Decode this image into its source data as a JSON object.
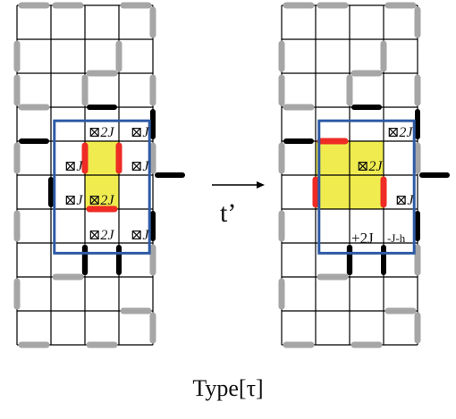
{
  "colors": {
    "grid": "#000000",
    "gray_bond": "#a6a6a6",
    "black_bond": "#000000",
    "red_bond": "#ee2b24",
    "highlight": "#f0ec4f",
    "box": "#2e5aa6"
  },
  "left_panel": {
    "labels": [
      {
        "id": "l-top-right",
        "text": "⊠2J"
      },
      {
        "id": "l-top-far",
        "text": "⊠J"
      },
      {
        "id": "l-mid-left",
        "text": "⊠J"
      },
      {
        "id": "l-mid-right",
        "text": "⊠J"
      },
      {
        "id": "l-low-left",
        "text": "⊠J"
      },
      {
        "id": "l-low-center",
        "text": "⊠2J"
      },
      {
        "id": "l-bot-center",
        "text": "⊠2J"
      },
      {
        "id": "l-bot-right",
        "text": "⊠J"
      }
    ]
  },
  "arrow": {
    "label": "t’"
  },
  "right_panel": {
    "labels": [
      {
        "id": "r-top-right",
        "text": "⊠2J"
      },
      {
        "id": "r-mid-center",
        "text": "⊠2J"
      },
      {
        "id": "r-low-right",
        "text": "⊠J"
      },
      {
        "id": "r-bot-center",
        "text": "+2J"
      },
      {
        "id": "r-bot-right",
        "text": "-J-h"
      }
    ]
  },
  "caption": "Type[τ]"
}
